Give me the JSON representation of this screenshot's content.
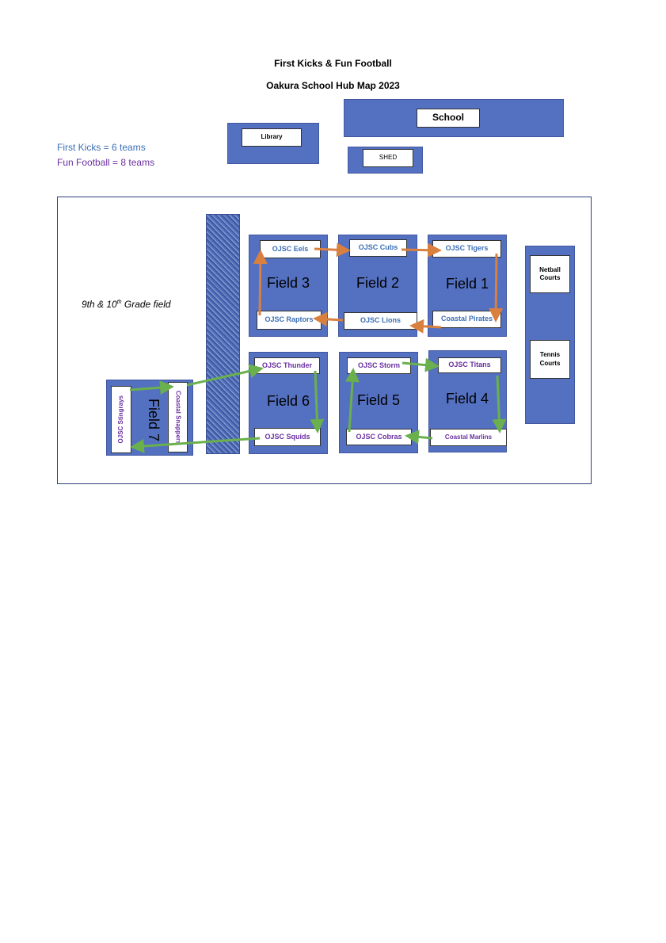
{
  "title": "First Kicks & Fun Football",
  "subtitle": "Oakura School Hub Map 2023",
  "legend": {
    "first_kicks": "First Kicks = 6 teams",
    "fun_football": "Fun Football = 8 teams"
  },
  "buildings": {
    "school": "School",
    "library": "Library",
    "shed": "SHED",
    "netball": "Netball Courts",
    "tennis": "Tennis Courts"
  },
  "grade_field": {
    "pre": "9th & 10",
    "sup": "th",
    "post": " Grade field"
  },
  "fields": {
    "f1": "Field 1",
    "f2": "Field 2",
    "f3": "Field 3",
    "f4": "Field 4",
    "f5": "Field 5",
    "f6": "Field 6",
    "f7": "Field 7"
  },
  "teams": {
    "eels": "OJSC Eels",
    "cubs": "OJSC Cubs",
    "tigers": "OJSC Tigers",
    "raptors": "OJSC Raptors",
    "lions": "OJSC Lions",
    "pirates": "Coastal Pirates",
    "thunder": "OJSC Thunder",
    "storm": "OJSC Storm",
    "titans": "OJSC Titans",
    "squids": "OJSC Squids",
    "cobras": "OJSC Cobras",
    "marlins": "Coastal Marlins",
    "stingrays": "OJSC Stingrays",
    "snappers": "Coastal Snappers"
  },
  "colors": {
    "field": "#5470c1",
    "first_kicks": "#3b6fb6",
    "fun_football": "#6a2fa0",
    "orange_arrow": "#d9803f",
    "green_arrow": "#6ab04c"
  }
}
